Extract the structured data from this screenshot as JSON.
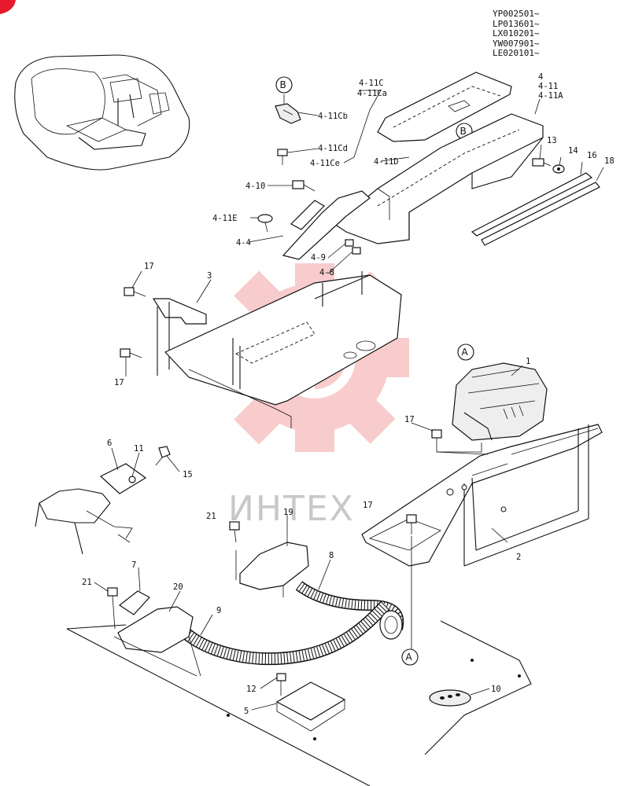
{
  "serial_ranges": [
    "YP002501~",
    "LP013601~",
    "LX010201~",
    "YW007901~",
    "LE020101~"
  ],
  "callouts": [
    "B",
    "B",
    "A",
    "A"
  ],
  "watermark": {
    "text": "ИНТЕХ",
    "color": "#e84a4a"
  },
  "corner_mark_color": "#e8192c",
  "labels": {
    "l4": "4",
    "l4_11": "4-11",
    "l4_11A": "4-11A",
    "l4_11C": "4-11C",
    "l4_11Ca": "4-11Ca",
    "l4_11Cb": "4-11Cb",
    "l4_11Cd": "4-11Cd",
    "l4_11Ce": "4-11Ce",
    "l4_11D": "4-11D",
    "l4_11E": "4-11E",
    "l4_10": "4-10",
    "l4_4": "4-4",
    "l4_9": "4-9",
    "l4_8": "4-8",
    "l13": "13",
    "l14": "14",
    "l16": "16",
    "l18": "18",
    "l17a": "17",
    "l3": "3",
    "l17b": "17",
    "l1": "1",
    "l17c": "17",
    "l17d": "17",
    "l6": "6",
    "l11": "11",
    "l15": "15",
    "l2": "2",
    "l21a": "21",
    "l19": "19",
    "l8": "8",
    "l7": "7",
    "l20": "20",
    "l21b": "21",
    "l9": "9",
    "l12": "12",
    "l5": "5",
    "l10": "10"
  }
}
